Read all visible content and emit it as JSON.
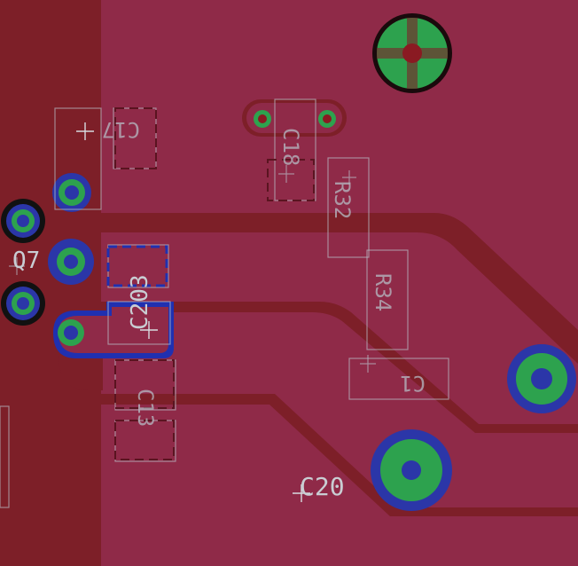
{
  "colors": {
    "board_dark": "#7d1f28",
    "copper_pour": "#8f2a48",
    "pad_green": "#2da24e",
    "ring_blue": "#2b36a8",
    "drill": "#8a1a22",
    "silkscreen": "#c9cdd3",
    "pad_blue_smd": "#2030b0"
  },
  "labels": {
    "c20": "C20",
    "c203": "C203",
    "q7": "Q7",
    "r32": "R32",
    "r34": "R34",
    "c18": "C18",
    "c1": "C1",
    "c13": "C13",
    "c17": "C17"
  }
}
